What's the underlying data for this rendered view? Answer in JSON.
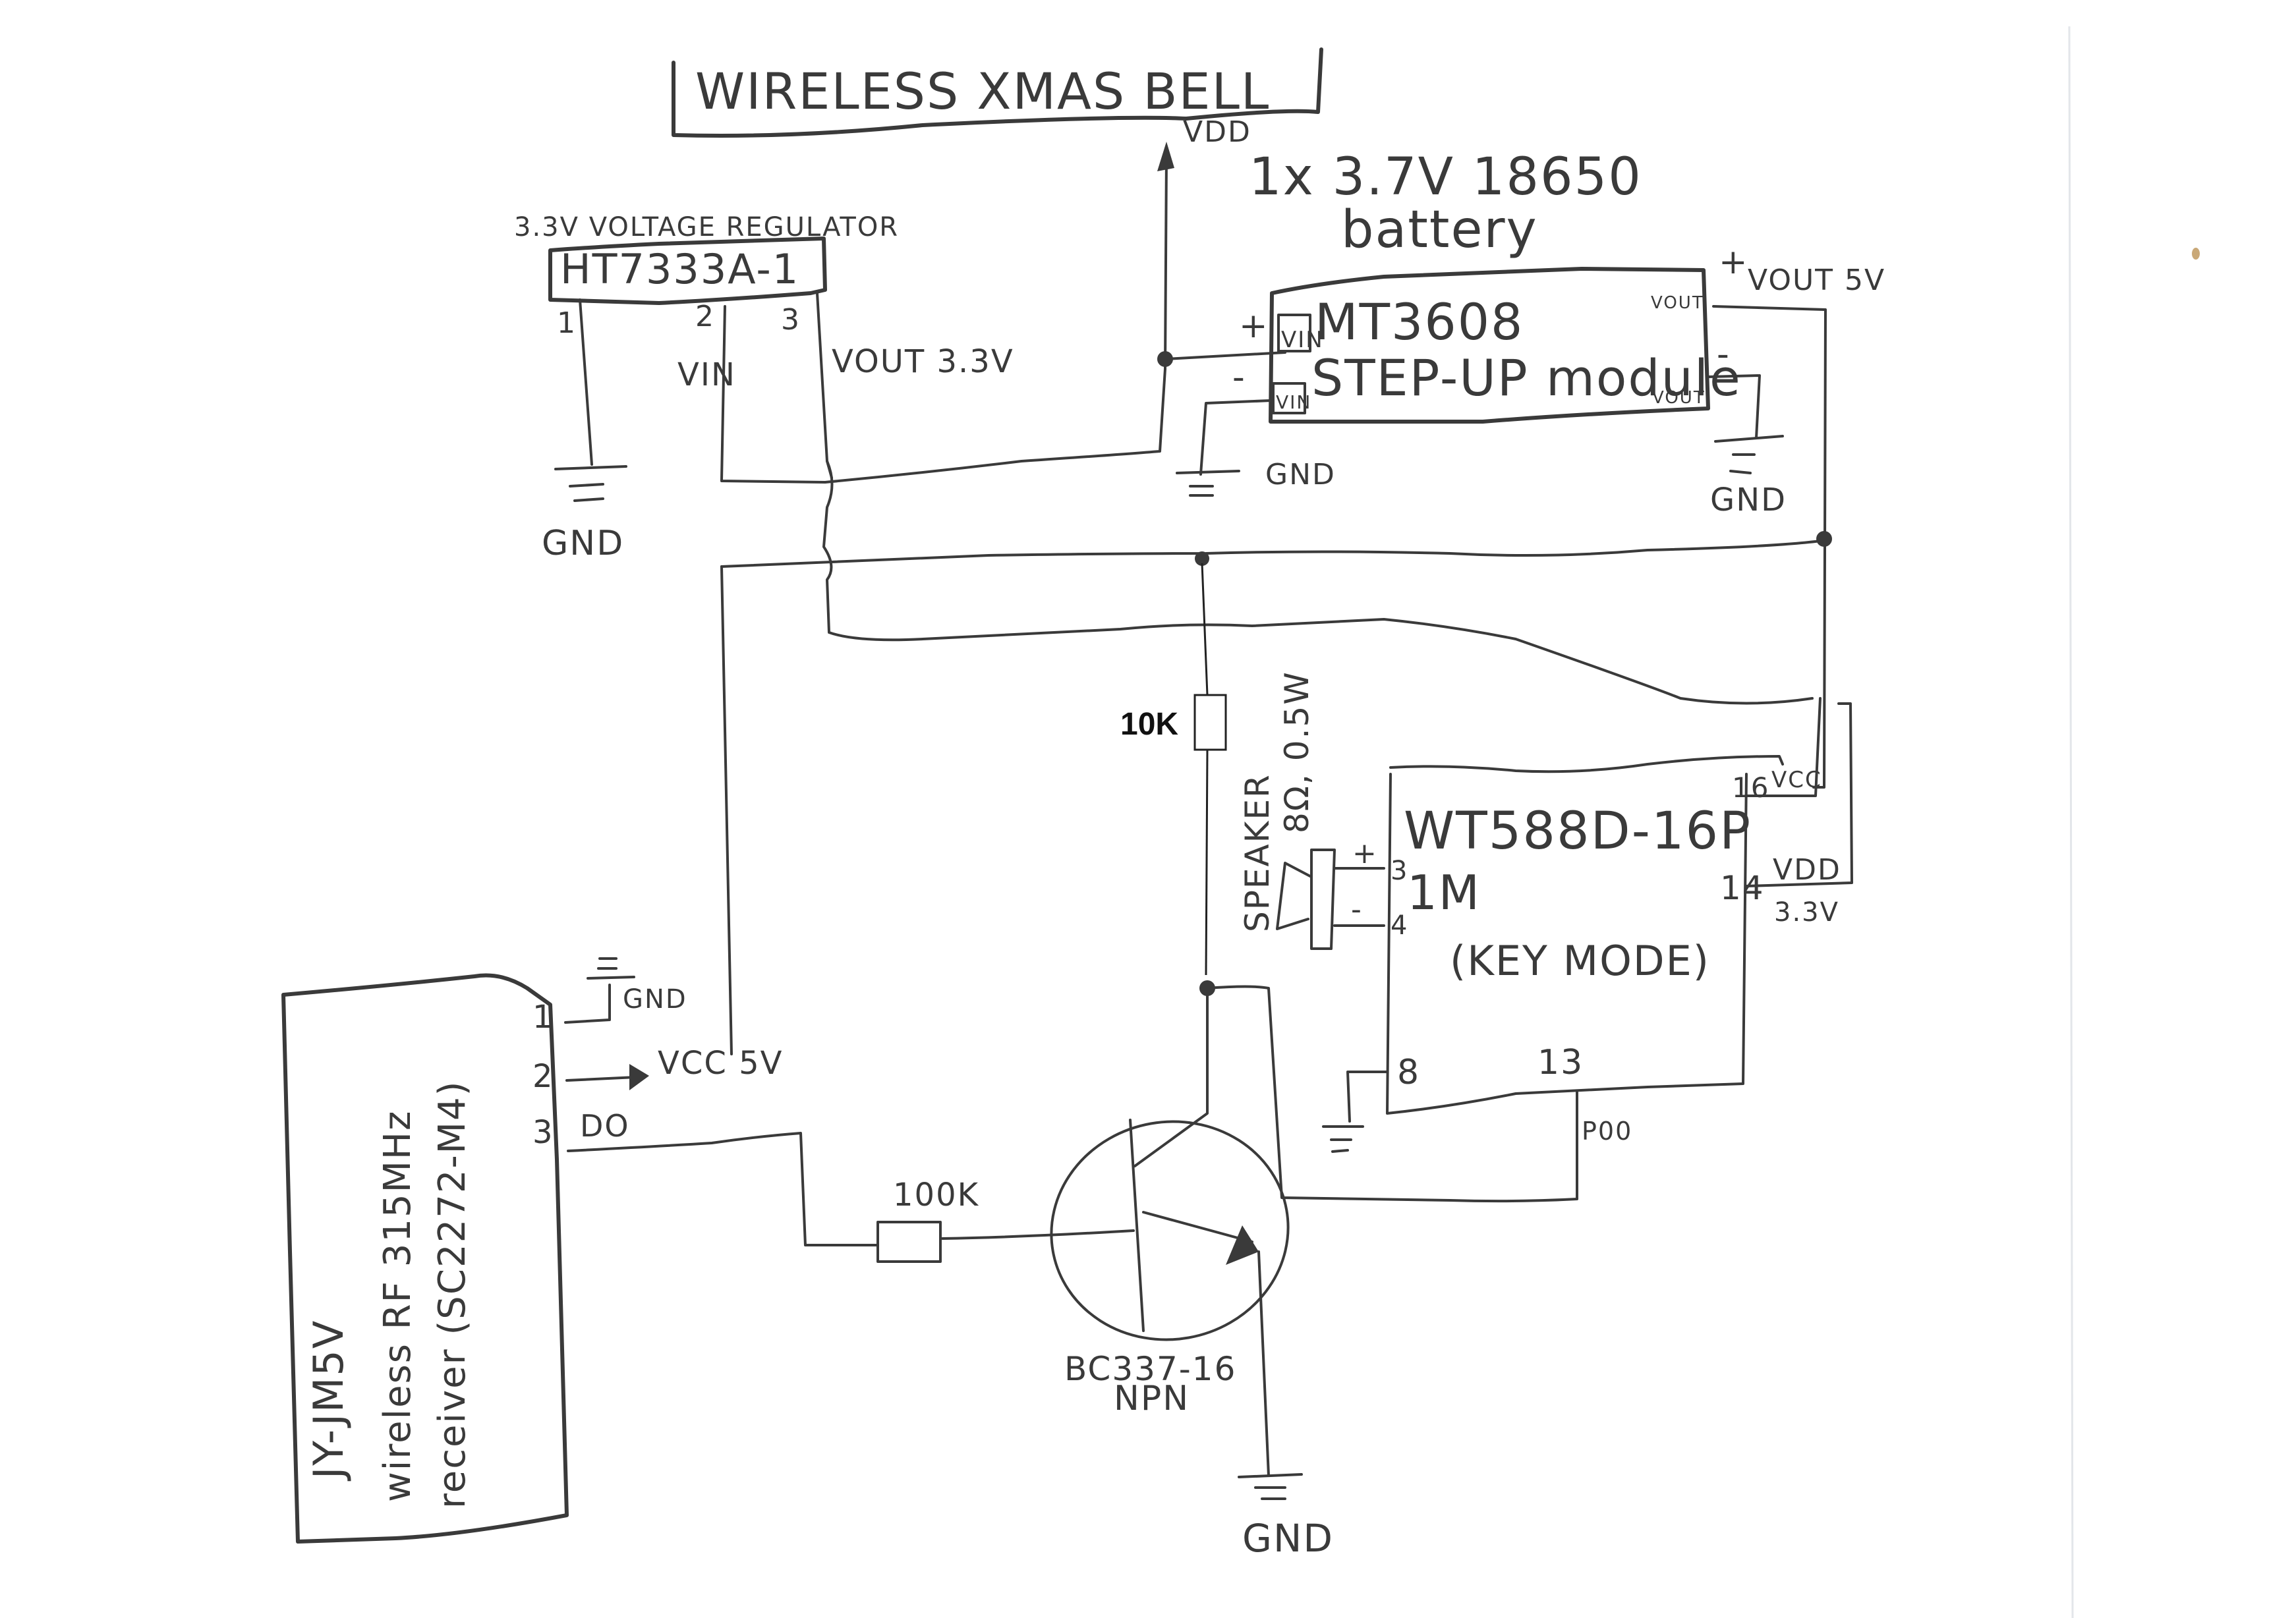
{
  "title": "WIRELESS XMAS BELL",
  "labels": {
    "vdd_top": "VDD",
    "battery_line1": "1x 3.7V 18650",
    "battery_line2": "battery",
    "regulator_caption": "3.3V VOLTAGE REGULATOR",
    "regulator_part": "HT7333A-1",
    "regulator_pin1": "1",
    "regulator_pin2": "2",
    "regulator_pin3": "3",
    "regulator_vin": "VIN",
    "regulator_vout": "VOUT 3.3V",
    "gnd": "GND",
    "stepup_line1": "MT3608",
    "stepup_line2": "STEP-UP module",
    "stepup_vin_plus_pin": "VIN",
    "stepup_vin_minus_pin": "VIN",
    "stepup_vout_top_pin": "VOUT",
    "stepup_vout_bottom_pin": "VOUT",
    "stepup_vout_label": "VOUT 5V",
    "plus": "+",
    "minus": "-",
    "r1_value": "10K",
    "speaker_line1": "SPEAKER",
    "speaker_line2": "8Ω, 0.5W",
    "ic_line1": "WT588D-16P",
    "ic_line2": "1M",
    "ic_line3": "(KEY MODE)",
    "ic_pin3": "3",
    "ic_pin4": "4",
    "ic_pin8": "8",
    "ic_pin13": "13",
    "ic_pin14": "14",
    "ic_pin16": "16",
    "ic_vcc": "VCC",
    "ic_vdd": "VDD",
    "ic_vdd_v": "3.3V",
    "ic_p00": "P00",
    "receiver_line1": "JY-JM5V",
    "receiver_line2": "wireless RF 315MHz",
    "receiver_line3": "receiver (SC2272-M4)",
    "receiver_pin1": "1",
    "receiver_pin2": "2",
    "receiver_pin3": "3",
    "receiver_gnd": "GND",
    "receiver_vcc": "VCC 5V",
    "receiver_do": "DO",
    "r2_value": "100K",
    "transistor_part": "BC337-16",
    "transistor_type": "NPN"
  },
  "colors": {
    "ink": "#3a3a3a",
    "paper": "#ffffff"
  }
}
